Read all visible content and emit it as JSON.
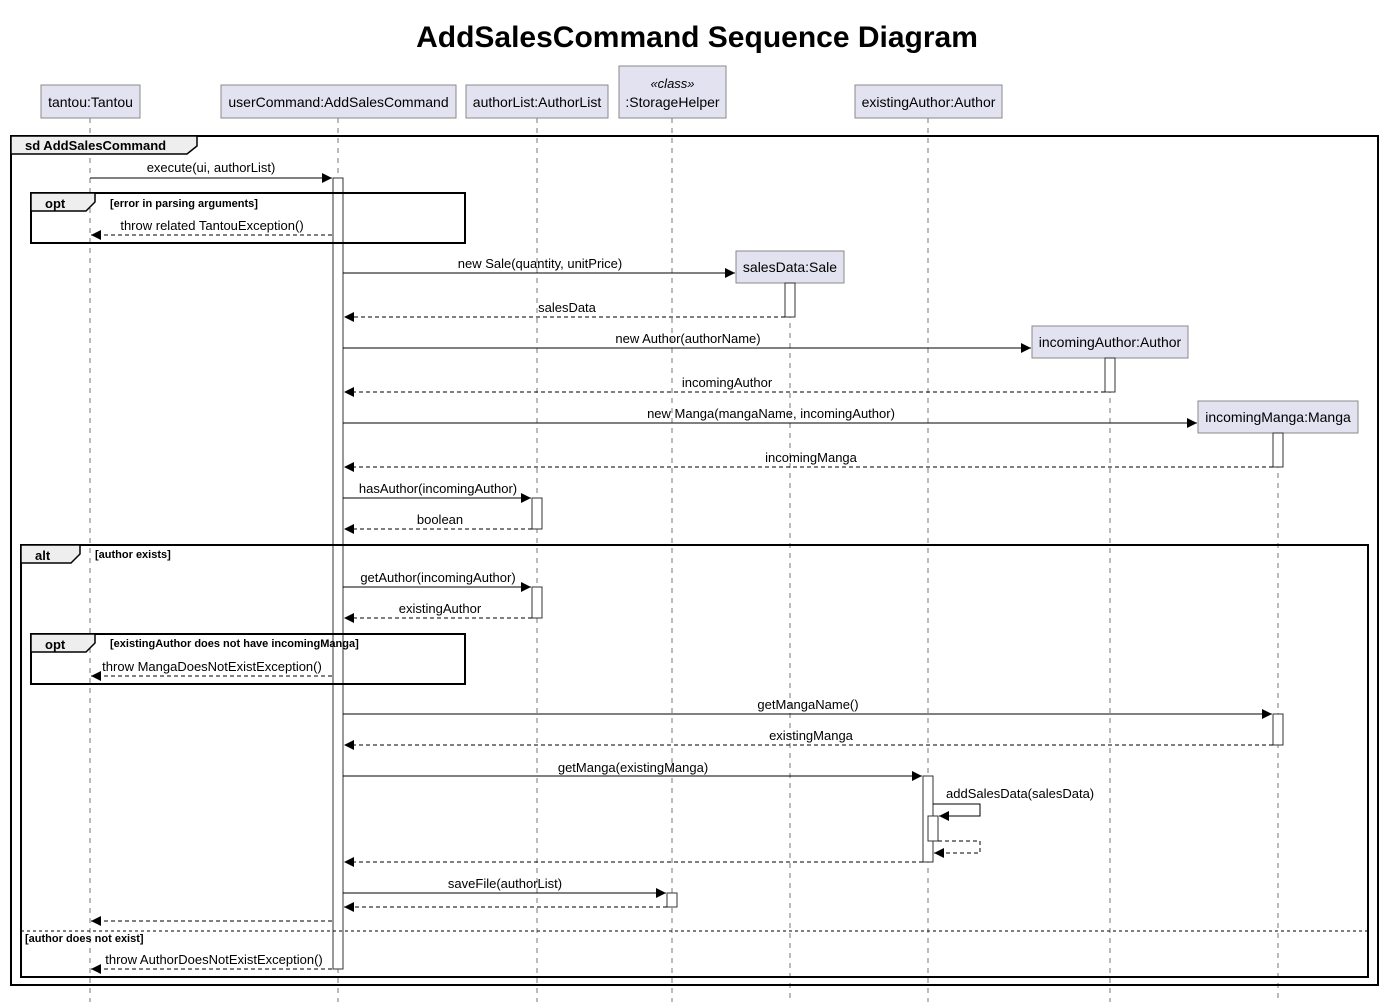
{
  "title": "AddSalesCommand Sequence Diagram",
  "participants": {
    "tantou": {
      "label": "tantou:Tantou"
    },
    "userCommand": {
      "label": "userCommand:AddSalesCommand"
    },
    "authorList": {
      "label": "authorList:AuthorList"
    },
    "storageHelper": {
      "stereotype": "«class»",
      "label": ":StorageHelper"
    },
    "existingAuthor": {
      "label": "existingAuthor:Author"
    },
    "salesData": {
      "label": "salesData:Sale"
    },
    "incomingAuthor": {
      "label": "incomingAuthor:Author"
    },
    "incomingManga": {
      "label": "incomingManga:Manga"
    }
  },
  "frames": {
    "sd": {
      "tag": "sd AddSalesCommand"
    },
    "opt1": {
      "tag": "opt",
      "guard": "[error in parsing arguments]"
    },
    "alt": {
      "tag": "alt",
      "guard": "[author exists]",
      "else_guard": "[author does not exist]"
    },
    "opt2": {
      "tag": "opt",
      "guard": "[existingAuthor does not have incomingManga]"
    }
  },
  "messages": [
    {
      "id": "m1",
      "label": "execute(ui, authorList)",
      "kind": "sync"
    },
    {
      "id": "m2",
      "label": "throw related TantouException()",
      "kind": "return"
    },
    {
      "id": "m3",
      "label": "new Sale(quantity, unitPrice)",
      "kind": "create"
    },
    {
      "id": "m4",
      "label": "salesData",
      "kind": "return"
    },
    {
      "id": "m5",
      "label": "new Author(authorName)",
      "kind": "create"
    },
    {
      "id": "m6",
      "label": "incomingAuthor",
      "kind": "return"
    },
    {
      "id": "m7",
      "label": "new Manga(mangaName, incomingAuthor)",
      "kind": "create"
    },
    {
      "id": "m8",
      "label": "incomingManga",
      "kind": "return"
    },
    {
      "id": "m9",
      "label": "hasAuthor(incomingAuthor)",
      "kind": "sync"
    },
    {
      "id": "m10",
      "label": "boolean",
      "kind": "return"
    },
    {
      "id": "m11",
      "label": "getAuthor(incomingAuthor)",
      "kind": "sync"
    },
    {
      "id": "m12",
      "label": "existingAuthor",
      "kind": "return"
    },
    {
      "id": "m13",
      "label": "throw MangaDoesNotExistException()",
      "kind": "return"
    },
    {
      "id": "m14",
      "label": "getMangaName()",
      "kind": "sync"
    },
    {
      "id": "m15",
      "label": "existingManga",
      "kind": "return"
    },
    {
      "id": "m16",
      "label": "getManga(existingManga)",
      "kind": "sync"
    },
    {
      "id": "m17",
      "label": "addSalesData(salesData)",
      "kind": "self"
    },
    {
      "id": "m18",
      "label": "saveFile(authorList)",
      "kind": "sync"
    },
    {
      "id": "m19",
      "label": "throw AuthorDoesNotExistException()",
      "kind": "return"
    }
  ],
  "colors": {
    "participant_fill": "#e2e2f0",
    "participant_border": "#8a8a8a",
    "frame_tab": "#eeeeee"
  }
}
